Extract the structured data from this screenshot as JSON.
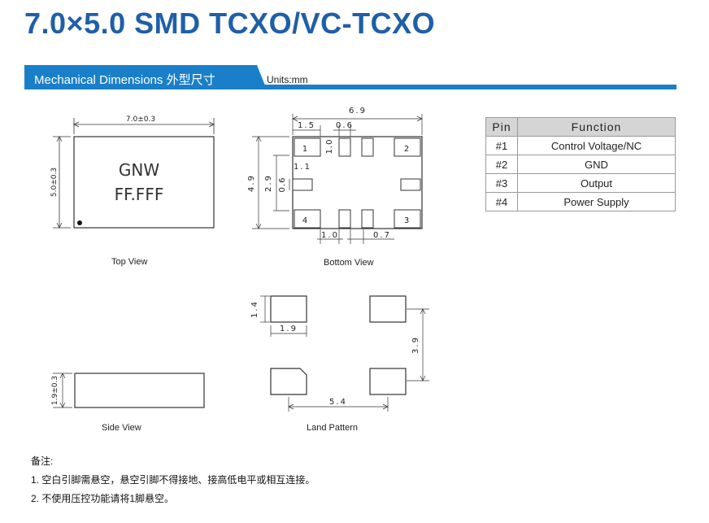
{
  "title": "7.0×5.0 SMD TCXO/VC-TCXO",
  "section": {
    "heading": "Mechanical Dimensions 外型尺寸",
    "units": "Units:mm"
  },
  "top_view": {
    "dim_width": "7.0±0.3",
    "dim_height": "5.0±0.3",
    "marking_line1": "GNW",
    "marking_line2": "FF.FFF",
    "caption": "Top View"
  },
  "bottom_view": {
    "dim_total_width": "6.9",
    "dim_pad_offset": "1.5",
    "dim_pad_width": "0.6",
    "dim_pad_height": "1.0",
    "dim_side_pad_length": "1.1",
    "dim_total_height": "4.9",
    "dim_inner_height": "2.9",
    "dim_side_pad_width": "0.6",
    "dim_bottom_a": "1.0",
    "dim_bottom_b": "0.7",
    "pad_labels": [
      "1",
      "2",
      "3",
      "4"
    ],
    "caption": "Bottom View"
  },
  "side_view": {
    "dim_height": "1.9±0.3",
    "caption": "Side View"
  },
  "land_pattern": {
    "dim_pad_height": "1.4",
    "dim_pad_width": "1.9",
    "dim_vertical_pitch": "3.9",
    "dim_horizontal_pitch": "5.4",
    "caption": "Land Pattern"
  },
  "pin_table": {
    "headers": [
      "Pin",
      "Function"
    ],
    "rows": [
      {
        "pin": "#1",
        "function": "Control Voltage/NC"
      },
      {
        "pin": "#2",
        "function": "GND"
      },
      {
        "pin": "#3",
        "function": "Output"
      },
      {
        "pin": "#4",
        "function": "Power Supply"
      }
    ]
  },
  "notes": {
    "heading": "备注:",
    "items": [
      "1. 空白引脚需悬空，悬空引脚不得接地、接高低电平或相互连接。",
      "2. 不使用压控功能请将1脚悬空。"
    ]
  }
}
